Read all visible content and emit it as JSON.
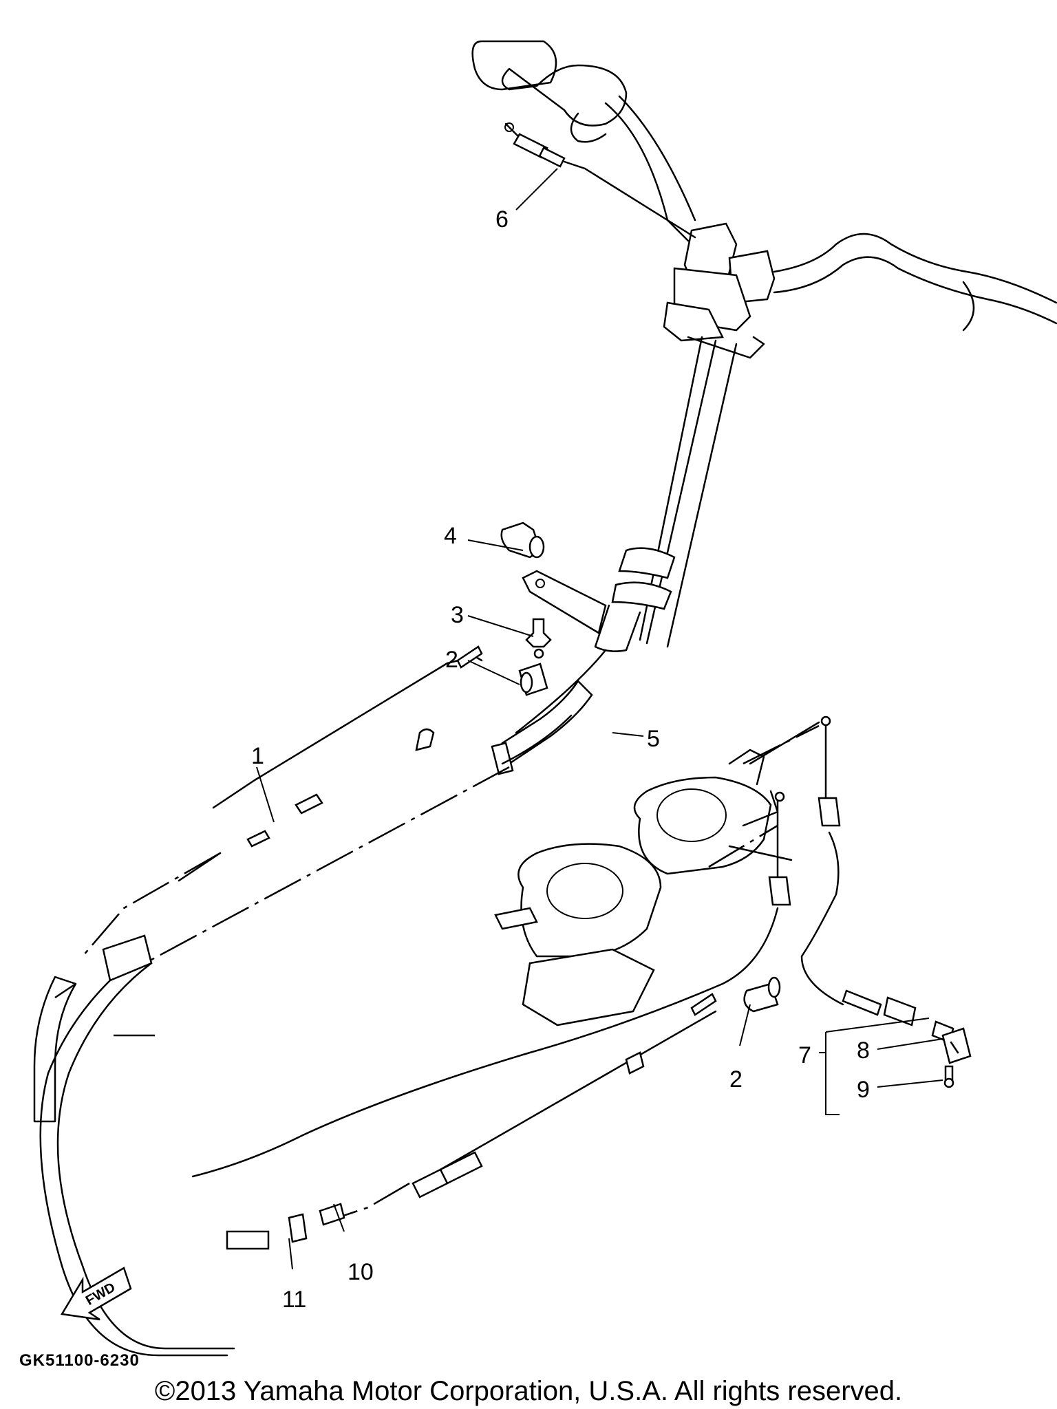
{
  "diagram": {
    "callouts": [
      {
        "id": "callout-1",
        "text": "1"
      },
      {
        "id": "callout-2-upper",
        "text": "2"
      },
      {
        "id": "callout-2-lower",
        "text": "2"
      },
      {
        "id": "callout-3",
        "text": "3"
      },
      {
        "id": "callout-4",
        "text": "4"
      },
      {
        "id": "callout-5",
        "text": "5"
      },
      {
        "id": "callout-6",
        "text": "6"
      },
      {
        "id": "callout-7",
        "text": "7"
      },
      {
        "id": "callout-8",
        "text": "8"
      },
      {
        "id": "callout-9",
        "text": "9"
      },
      {
        "id": "callout-10",
        "text": "10"
      },
      {
        "id": "callout-11",
        "text": "11"
      }
    ],
    "fwd_label": "FWD",
    "drawing_code": "GK51100-6230",
    "copyright": "©2013 Yamaha Motor Corporation, U.S.A. All rights reserved."
  }
}
